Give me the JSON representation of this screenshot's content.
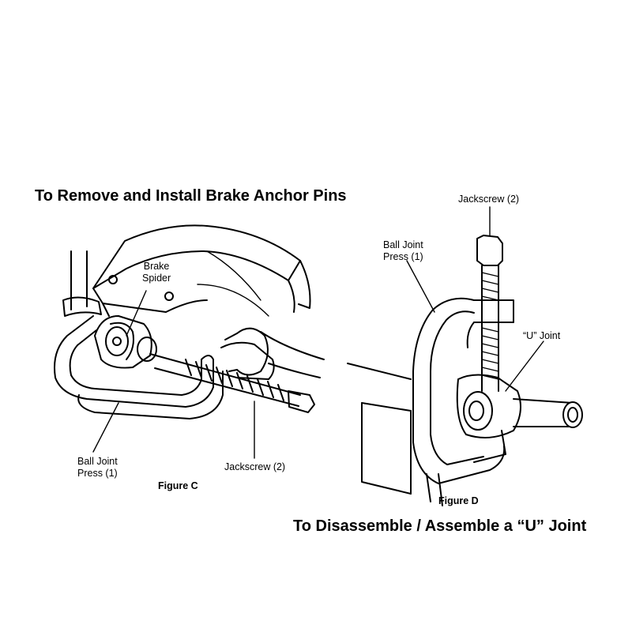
{
  "figure_c": {
    "heading": "To Remove and Install Brake Anchor Pins",
    "brake_spider_label": [
      "Brake",
      "Spider"
    ],
    "ball_joint_press_label": [
      "Ball Joint",
      "Press (1)"
    ],
    "jackscrew_label": "Jackscrew (2)",
    "caption": "Figure C"
  },
  "figure_d": {
    "heading": "To Disassemble / Assemble a “U” Joint",
    "jackscrew_label": "Jackscrew (2)",
    "ball_joint_press_label": [
      "Ball Joint",
      "Press (1)"
    ],
    "u_joint_label": "“U” Joint",
    "caption": "Figure D"
  }
}
